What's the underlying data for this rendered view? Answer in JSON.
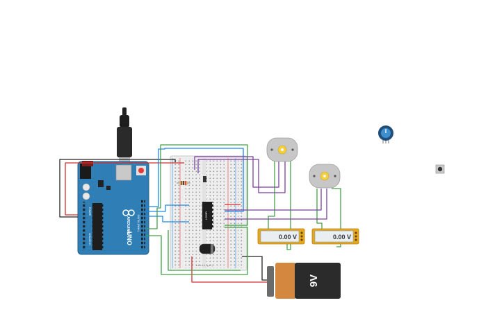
{
  "arduino": {
    "brand": "ARDUINO",
    "model": "UNO",
    "logo": "infinity-logo",
    "digital_label": "DIGITAL (PWM~)",
    "analog_label": "ANALOG IN",
    "power_label": "POWER"
  },
  "chip": {
    "label": "L293D"
  },
  "battery": {
    "label": "9V",
    "body_color": "#2b2b2b",
    "cap_color": "#d3873f"
  },
  "multimeters": [
    {
      "reading": "0.00 V"
    },
    {
      "reading": "0.00 V"
    }
  ],
  "breadboard": {
    "column_letters": "a b c d e   f g h i j"
  },
  "wire_colors": {
    "red": "#d32f2f",
    "black": "#222222",
    "blue": "#1e88e5",
    "green": "#43a047",
    "purple": "#7b3fa0"
  },
  "components": {
    "potentiometer": "potentiometer-icon",
    "pushbutton": "pushbutton-icon",
    "usb_cable": "usb-cable-icon",
    "motor": "dc-motor-icon"
  }
}
